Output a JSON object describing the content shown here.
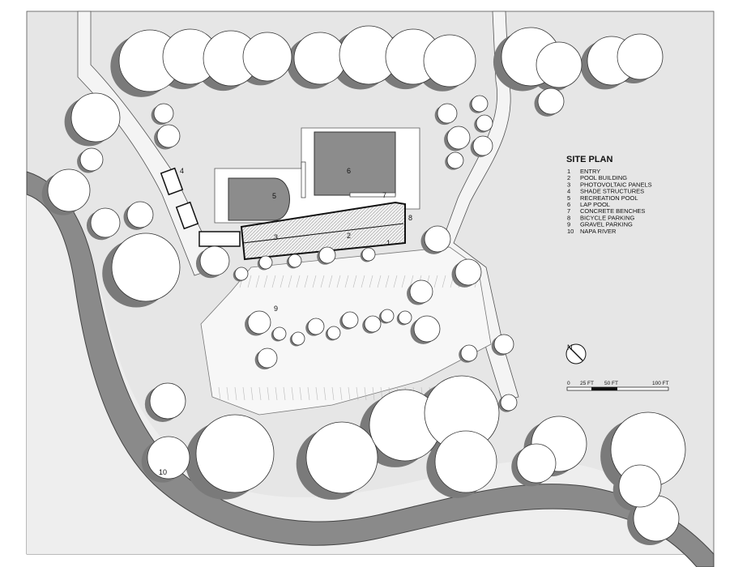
{
  "title": "SITE PLAN",
  "legend": [
    {
      "num": "1",
      "label": "ENTRY"
    },
    {
      "num": "2",
      "label": "POOL BUILDING"
    },
    {
      "num": "3",
      "label": "PHOTOVOLTAIC PANELS"
    },
    {
      "num": "4",
      "label": "SHADE STRUCTURES"
    },
    {
      "num": "5",
      "label": "RECREATION POOL"
    },
    {
      "num": "6",
      "label": "LAP POOL"
    },
    {
      "num": "7",
      "label": "CONCRETE BENCHES"
    },
    {
      "num": "8",
      "label": "BICYCLE PARKING"
    },
    {
      "num": "9",
      "label": "GRAVEL PARKING"
    },
    {
      "num": "10",
      "label": "NAPA RIVER"
    }
  ],
  "plan_labels": {
    "entry": "1",
    "pool_building": "2",
    "photovoltaic": "3",
    "shade": "4",
    "recreation_pool": "5",
    "lap_pool": "6",
    "benches": "7",
    "bicycle": "8",
    "parking": "9",
    "river": "10"
  },
  "north": "N",
  "scale_bar": {
    "t0": "0",
    "t1": "25 FT",
    "t2": "50 FT",
    "t3": "100 FT"
  },
  "colors": {
    "ground": "#e6e6e6",
    "pool": "#8c8c8c",
    "river": "#8a8a8a",
    "shadow": "#7a7a7a",
    "paving": "#f7f7f7"
  }
}
